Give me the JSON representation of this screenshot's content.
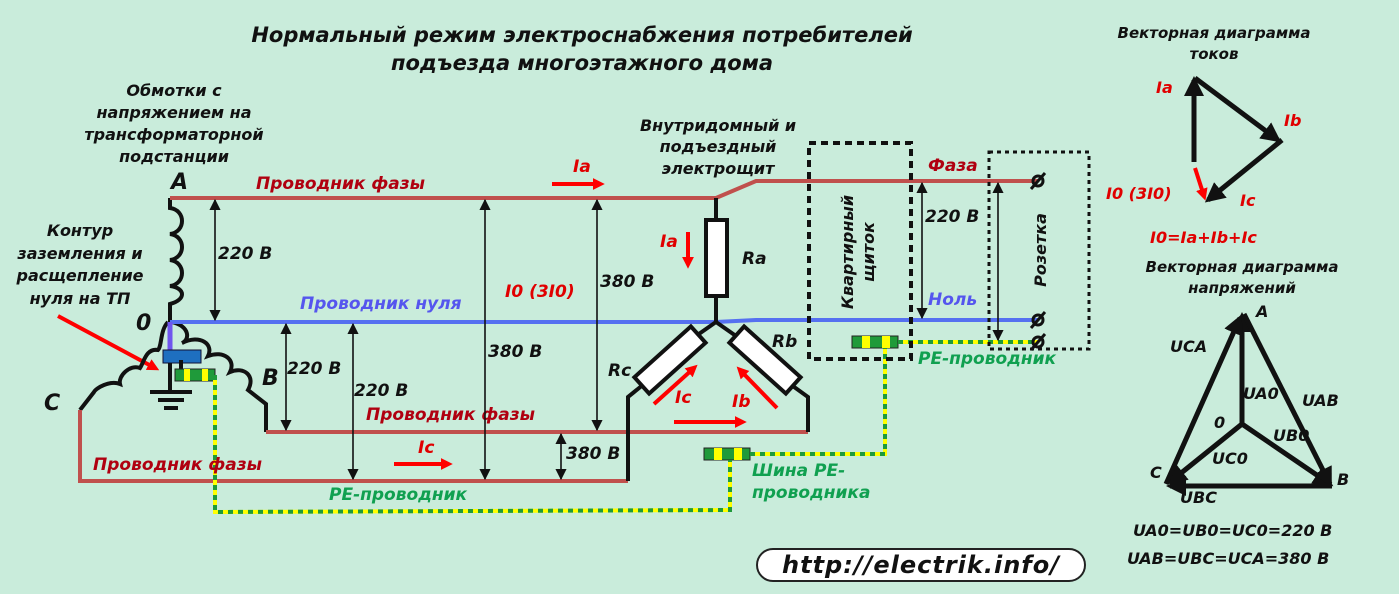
{
  "title": {
    "line1": "Нормальный режим электроснабжения потребителей",
    "line2": "подъезда многоэтажного дома"
  },
  "labels": {
    "windings": [
      "Обмотки с",
      "напряжением на",
      "трансформаторной",
      "подстанции"
    ],
    "grounding": [
      "Контур",
      "заземления и",
      "расщепление",
      "нуля на ТП"
    ],
    "panel": [
      "Внутридомный и",
      "подъездный",
      "электрощит"
    ],
    "apartment_panel": [
      "Квартирный",
      "щиток"
    ],
    "socket": "Розетка",
    "pe_bus": [
      "Шина PE-",
      "проводника"
    ],
    "phase_a": "A",
    "phase_b": "B",
    "phase_c": "C",
    "neutral_point": "0",
    "phase_conductor": "Проводник фазы",
    "neutral_conductor": "Проводник нуля",
    "pe_conductor": "PE-проводник",
    "phase_short": "Фаза",
    "neutral_short": "Ноль",
    "ra": "Ra",
    "rb": "Rb",
    "rc": "Rc",
    "ia": "Ia",
    "ib": "Ib",
    "ic": "Ic",
    "i0": "I0 (3I0)",
    "v220": "220 В",
    "v380": "380 В"
  },
  "current_diagram": {
    "title": [
      "Векторная диаграмма",
      "токов"
    ],
    "ia": "Ia",
    "ib": "Ib",
    "ic": "Ic",
    "i0": "I0 (3I0)",
    "formula": "I0=Ia+Ib+Ic"
  },
  "voltage_diagram": {
    "title": [
      "Векторная диаграмма",
      "напряжений"
    ],
    "a": "A",
    "b": "B",
    "c": "C",
    "zero": "0",
    "uca": "UCA",
    "uab": "UAB",
    "ubc": "UBC",
    "ua0": "UA0",
    "ub0": "UB0",
    "uc0": "UC0",
    "formula1": "UA0=UB0=UC0=220 В",
    "formula2": "UAB=UBC=UCA=380 В"
  },
  "url": "http://electrik.info/",
  "colors": {
    "background": "#c9ecdb",
    "phase": "#c0504d",
    "neutral": "#5570f0",
    "pe_green": "#1f9a3a",
    "pe_yellow": "#ffff00",
    "current_arrow": "#ff0000"
  }
}
